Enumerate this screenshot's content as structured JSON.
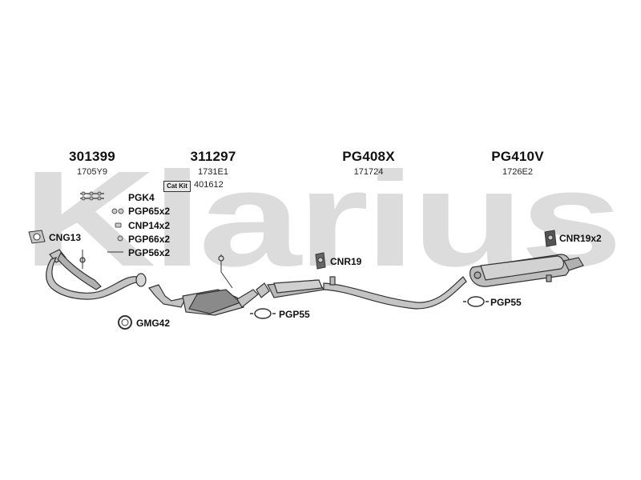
{
  "watermark": {
    "text": "Klarius",
    "color": "#dcdcdc"
  },
  "parts": [
    {
      "number": "301399",
      "code": "1705Y9"
    },
    {
      "number": "311297",
      "code": "1731E1"
    },
    {
      "number": "PG408X",
      "code": "171724"
    },
    {
      "number": "PG410V",
      "code": "1726E2"
    }
  ],
  "catalyst": {
    "badge": "Cat Kit",
    "code": "401612"
  },
  "fittings": {
    "pgk4": "PGK4",
    "pgp65x2": "PGP65x2",
    "cnp14x2": "CNP14x2",
    "pgp66x2": "PGP66x2",
    "pgp56x2": "PGP56x2",
    "cng13": "CNG13",
    "gmg42": "GMG42",
    "cnr19": "CNR19",
    "pgp55_mid": "PGP55",
    "pgp55_rear": "PGP55",
    "cnr19x2": "CNR19x2"
  },
  "colors": {
    "line": "#333333",
    "fill": "#bdbdbd",
    "fill_dark": "#8a8a8a"
  }
}
